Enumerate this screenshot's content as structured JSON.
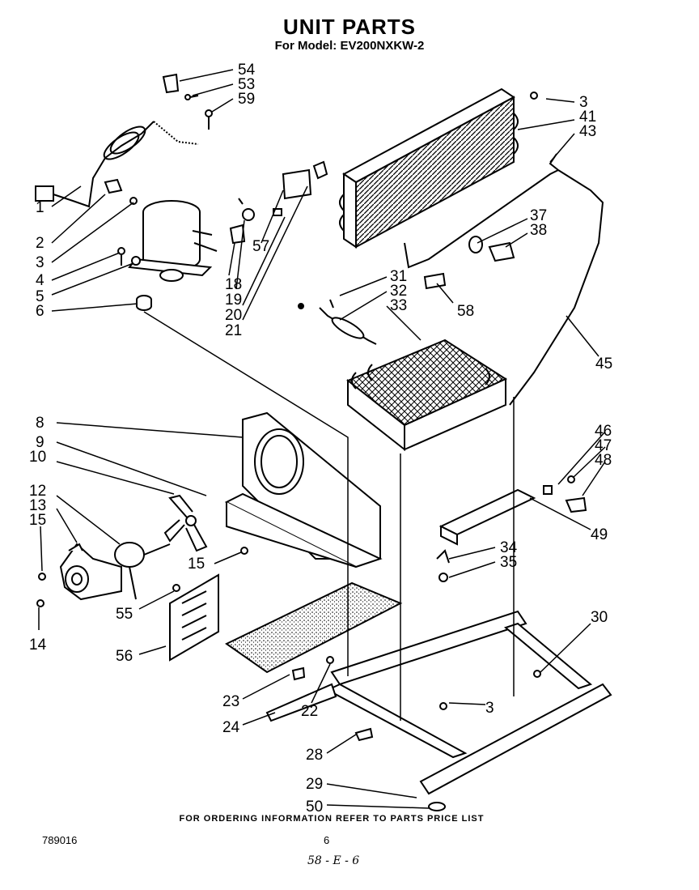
{
  "header": {
    "title": "UNIT PARTS",
    "model_line": "For Model: EV200NXKW-2"
  },
  "footer": {
    "ordering_note": "FOR ORDERING INFORMATION REFER TO PARTS PRICE LIST",
    "document_number": "789016",
    "page_number": "6",
    "handwritten_note": "58 - E - 6"
  },
  "callouts": {
    "c54": "54",
    "c53": "53",
    "c59": "59",
    "c1": "1",
    "c2": "2",
    "c3a": "3",
    "c4": "4",
    "c5": "5",
    "c6": "6",
    "c18": "18",
    "c19": "19",
    "c20": "20",
    "c21": "21",
    "c57": "57",
    "c3b": "3",
    "c41": "41",
    "c43": "43",
    "c37": "37",
    "c38": "38",
    "c31": "31",
    "c32": "32",
    "c33": "33",
    "c58": "58",
    "c45": "45",
    "c8": "8",
    "c9": "9",
    "c10": "10",
    "c12": "12",
    "c13": "13",
    "c15a": "15",
    "c15b": "15",
    "c14": "14",
    "c55": "55",
    "c56": "56",
    "c46": "46",
    "c47": "47",
    "c48": "48",
    "c49": "49",
    "c34": "34",
    "c35": "35",
    "c30": "30",
    "c23": "23",
    "c22": "22",
    "c24": "24",
    "c3c": "3",
    "c28": "28",
    "c29": "29",
    "c50": "50"
  }
}
